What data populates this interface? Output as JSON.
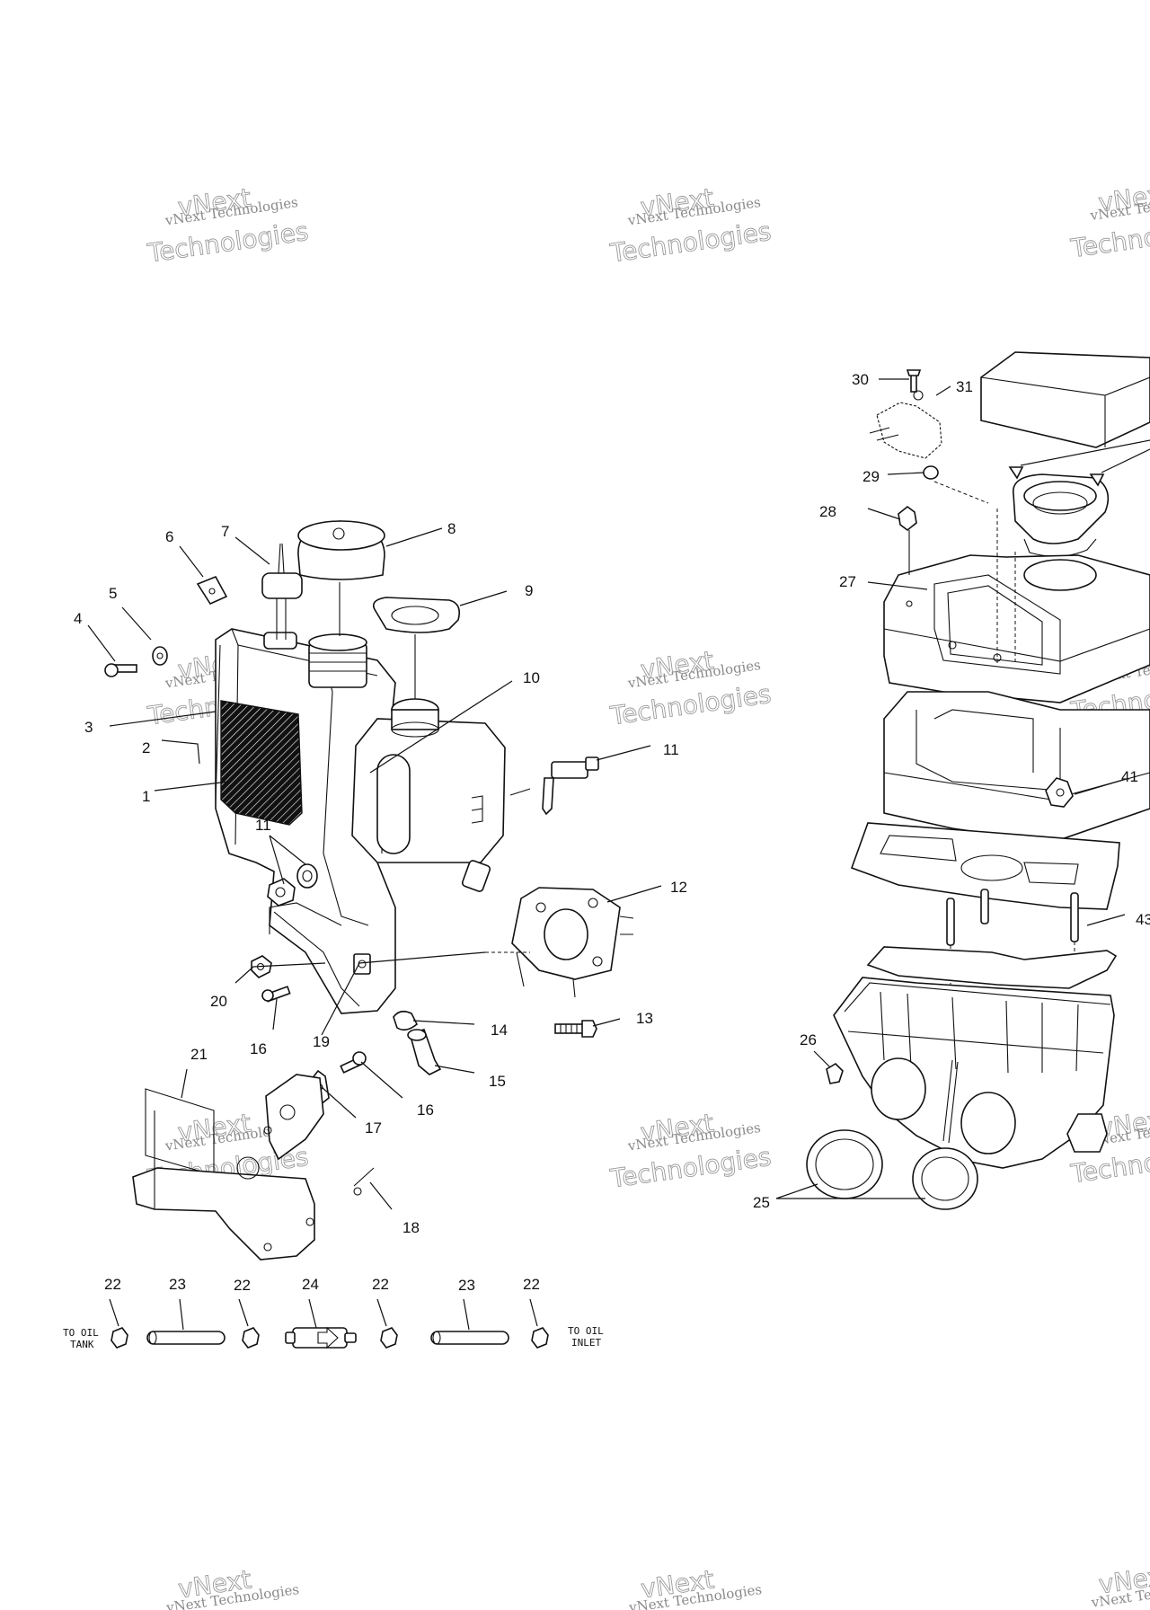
{
  "watermark": {
    "small": "vNext Technologies",
    "large": "Technologies",
    "overlay": "vNext"
  },
  "notes": {
    "to_oil_tank_line1": "TO OIL",
    "to_oil_tank_line2": "TANK",
    "to_oil_inlet_line1": "TO OIL",
    "to_oil_inlet_line2": "INLET"
  },
  "callouts": {
    "c1": "1",
    "c2": "2",
    "c3": "3",
    "c4": "4",
    "c5": "5",
    "c6": "6",
    "c7": "7",
    "c8": "8",
    "c9": "9",
    "c10": "10",
    "c11a": "11",
    "c11b": "11",
    "c12": "12",
    "c13": "13",
    "c14": "14",
    "c15": "15",
    "c16a": "16",
    "c16b": "16",
    "c17": "17",
    "c18": "18",
    "c19": "19",
    "c20": "20",
    "c21": "21",
    "c22a": "22",
    "c22b": "22",
    "c22c": "22",
    "c22d": "22",
    "c23a": "23",
    "c23b": "23",
    "c24": "24",
    "c25": "25",
    "c26": "26",
    "c27": "27",
    "c28": "28",
    "c29": "29",
    "c30": "30",
    "c31": "31",
    "c41": "41",
    "c43": "43"
  }
}
